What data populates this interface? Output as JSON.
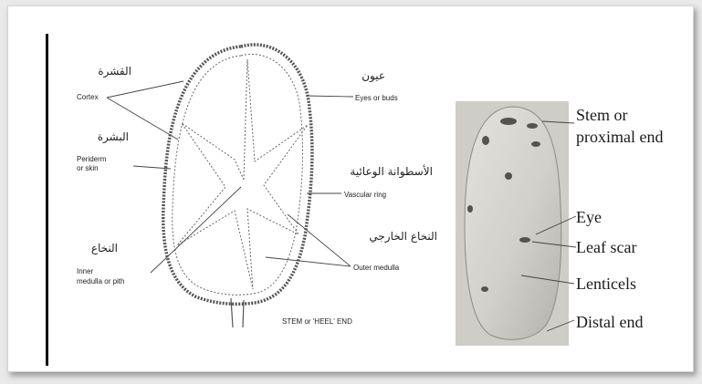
{
  "diagram": {
    "left_labels": [
      {
        "ar": "القشرة",
        "en": [
          "Cortex"
        ]
      },
      {
        "ar": "البشرة",
        "en": [
          "Periderm",
          "or skin"
        ]
      },
      {
        "ar": "النخاع",
        "en": [
          "Inner",
          "medulla or pith"
        ]
      }
    ],
    "right_labels": [
      {
        "ar": "عيون",
        "en": [
          "Eyes or buds"
        ]
      },
      {
        "ar": "الأسطوانة الوعائية",
        "en": [
          "Vascular ring"
        ]
      },
      {
        "ar": "النخاع الخارجي",
        "en": [
          "Outer medulla"
        ]
      }
    ],
    "bottom_caption": "STEM or 'HEEL' END"
  },
  "photo_labels": [
    {
      "lines": [
        "Stem or",
        "proximal end"
      ]
    },
    {
      "lines": [
        "Eye"
      ]
    },
    {
      "lines": [
        "Leaf scar"
      ]
    },
    {
      "lines": [
        "Lenticels"
      ]
    },
    {
      "lines": [
        "Distal end"
      ]
    }
  ]
}
